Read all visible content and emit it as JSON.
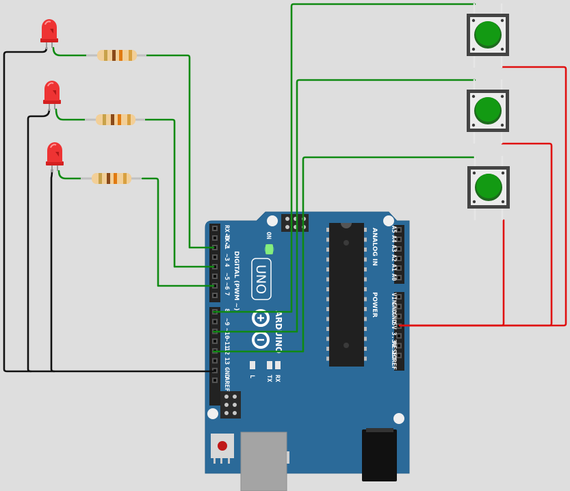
{
  "board": {
    "model_label": "UNO",
    "brand_label": "ARDUINO",
    "digital_header_label": "DIGITAL (PWM ~)",
    "analog_header_label": "ANALOG IN",
    "power_header_label": "POWER",
    "on_label": "ON",
    "led_l_label": "L",
    "led_tx_label": "TX",
    "led_rx_label": "RX",
    "digital_pins": [
      "RX◂0",
      "TX▸1",
      "2",
      "~3",
      "4",
      "~5",
      "~6",
      "7",
      "8",
      "~9",
      "~10",
      "~11",
      "12",
      "13",
      "GND",
      "AREF"
    ],
    "analog_pins": [
      "A5",
      "A4",
      "A3",
      "A2",
      "A1",
      "A0"
    ],
    "power_pins": [
      "VIN",
      "GND",
      "GND",
      "5V",
      "3.3V",
      "RESET",
      "IOREF"
    ]
  },
  "components": {
    "leds": [
      {
        "color": "red"
      },
      {
        "color": "red"
      },
      {
        "color": "red"
      }
    ],
    "resistors": [
      {
        "bands": [
          "#c8a24a",
          "#8a4a1a",
          "#e07a12"
        ]
      },
      {
        "bands": [
          "#c8a24a",
          "#8a4a1a",
          "#e07a12"
        ]
      },
      {
        "bands": [
          "#c8a24a",
          "#8a4a1a",
          "#e07a12"
        ]
      }
    ],
    "buttons": [
      {
        "color": "green"
      },
      {
        "color": "green"
      },
      {
        "color": "green"
      }
    ]
  },
  "colors": {
    "background": "#dedede",
    "board": "#2b6a99",
    "wire_signal": "#0f8a12",
    "wire_power": "#e01010",
    "wire_ground": "#111111"
  }
}
